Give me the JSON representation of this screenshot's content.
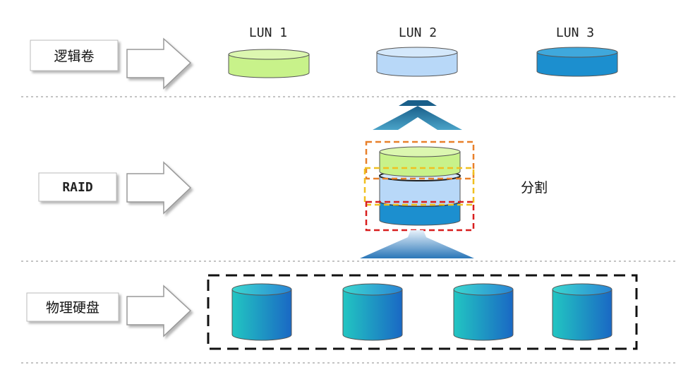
{
  "layers": {
    "logical": {
      "label": "逻辑卷"
    },
    "raid": {
      "label": "RAID"
    },
    "physical": {
      "label": "物理硬盘"
    }
  },
  "luns": [
    {
      "label": "LUN 1",
      "color": "#c8f28a"
    },
    {
      "label": "LUN 2",
      "color": "#b8d8f8"
    },
    {
      "label": "LUN 3",
      "color": "#1c8fcf"
    }
  ],
  "raid_annotation": "分割",
  "colors": {
    "outline_orange": "#e8802a",
    "outline_yellow": "#f0c020",
    "outline_red": "#d81e1e",
    "disk_teal": "#20c0c8",
    "disk_blue": "#1a70c8"
  },
  "physical_disk_count": 4
}
